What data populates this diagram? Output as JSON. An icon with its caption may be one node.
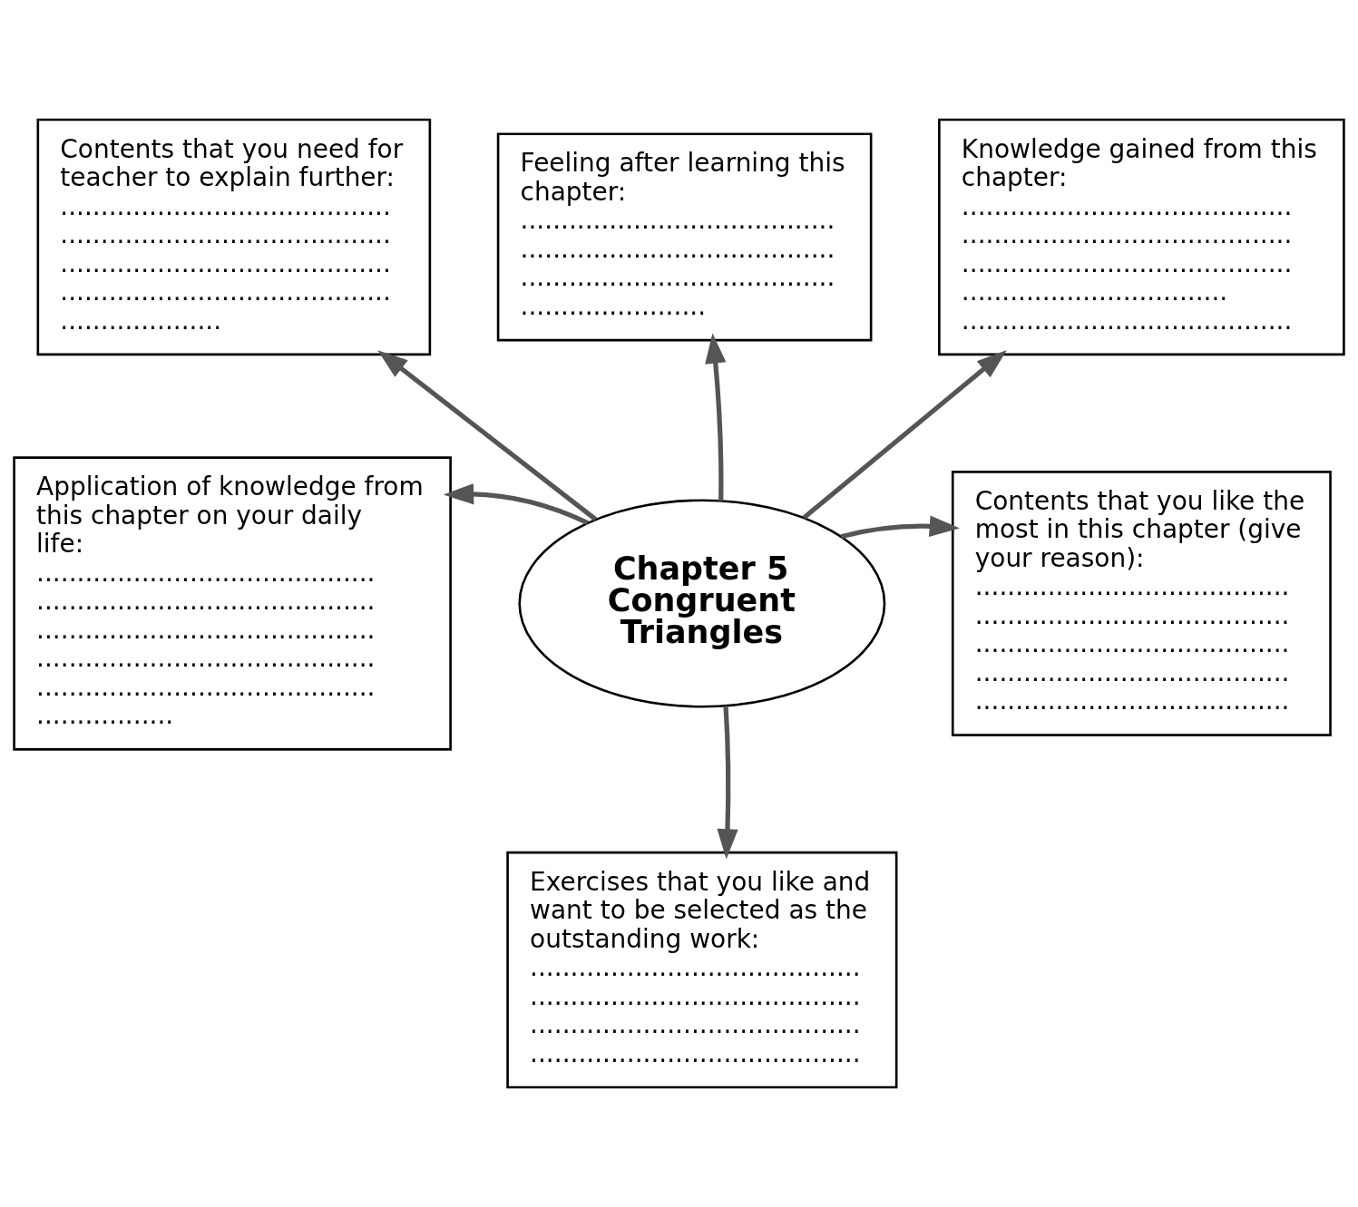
{
  "diagram": {
    "nodes": [
      {
        "text": [
          "Feeling after learning this chapter:",
          "....................................... ....................................... ....................................... ......................."
        ]
      },
      {
        "text": [
          "Contents that you need for teacher to explain further:",
          "......................................... ......................................... ......................................... ......................................... ...................."
        ]
      },
      {
        "text": [
          "Knowledge gained from this chapter:",
          "......................................... ......................................... ......................................... ................................. ........................................."
        ]
      },
      {
        "text": [
          "Chapter 5 Congruent Triangles"
        ]
      },
      {
        "text": [
          "Contents that you like the most in this chapter (give your reason):",
          "....................................... ....................................... ....................................... ....................................... ......................................."
        ]
      },
      {
        "text": [
          "Application of knowledge from this chapter on your daily life:",
          ".......................................... .......................................... .......................................... .......................................... .......................................... ................."
        ]
      },
      {
        "text": [
          "Exercises that you like and want to be selected as the outstanding work:",
          "......................................... ......................................... ......................................... ........................................."
        ]
      }
    ],
    "edges": [
      {
        "from": 3,
        "to": 0,
        "arrow": "to"
      },
      {
        "from": 3,
        "to": 2,
        "arrow": "to"
      },
      {
        "from": 3,
        "to": 4,
        "arrow": "to"
      },
      {
        "from": 3,
        "to": 6,
        "arrow": "to"
      },
      {
        "from": 3,
        "to": 5,
        "arrow": "to"
      },
      {
        "from": 3,
        "to": 1,
        "arrow": "to"
      }
    ]
  }
}
